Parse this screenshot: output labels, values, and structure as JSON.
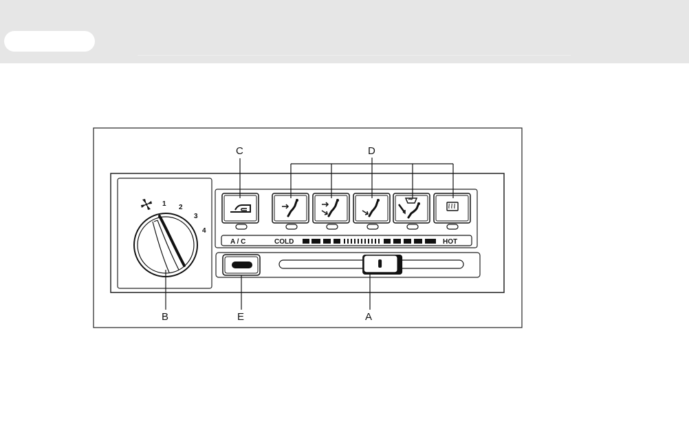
{
  "header": {},
  "diagram": {
    "callouts": {
      "a": "A",
      "b": "B",
      "c": "C",
      "d": "D",
      "e": "E"
    },
    "fan_speeds": [
      "1",
      "2",
      "3",
      "4"
    ],
    "ac_label": "A / C",
    "temp_cold_label": "COLD",
    "temp_hot_label": "HOT",
    "temperature_lever_position": 0.56,
    "icons": {
      "fan": "fan-icon",
      "recirculation": "recirculation-icon",
      "mode_vent": "face-vent-icon",
      "mode_bilevel": "bi-level-icon",
      "mode_floor": "floor-icon",
      "mode_floor_defrost": "floor-defrost-icon",
      "rear_defrost": "rear-defrost-icon"
    }
  }
}
